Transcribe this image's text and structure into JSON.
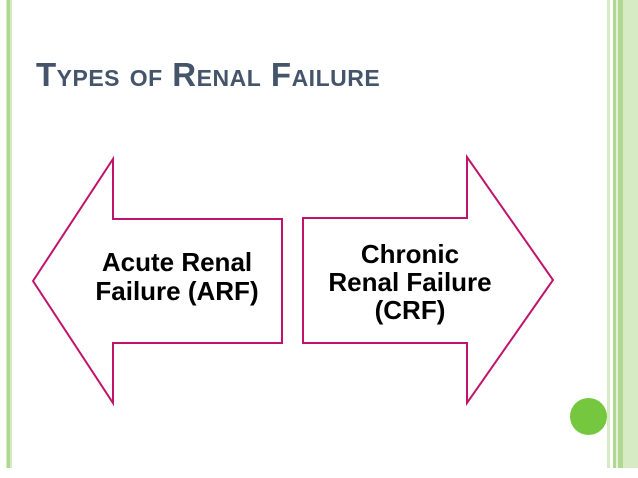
{
  "slide": {
    "title": "Types of Renal Failure",
    "arrows": [
      {
        "id": "acute",
        "direction": "left",
        "lines": [
          "Acute Renal",
          "Failure (ARF)"
        ]
      },
      {
        "id": "chronic",
        "direction": "right",
        "lines": [
          "Chronic",
          "Renal Failure",
          "(CRF)"
        ]
      }
    ]
  },
  "theme": {
    "background": "#FFFFFF",
    "title_color": "#44546A",
    "text_color": "#000000",
    "arrow_stroke": "#C0146C",
    "arrow_fill": "#FFFFFF",
    "accent_circle": "#75C73F",
    "stripe_green_light": "#D6EBC3",
    "stripe_green_medium": "#AFD892",
    "stripe_green_pale": "#E4F2D8"
  }
}
